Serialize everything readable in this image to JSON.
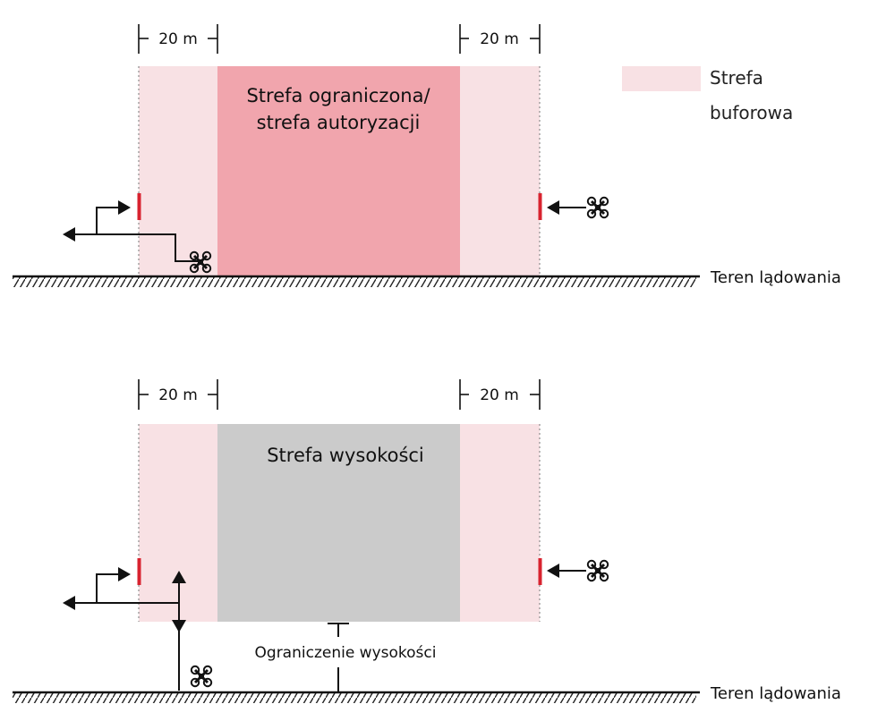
{
  "legend": {
    "swatch_color": "#f8e1e4",
    "line1": "Strefa",
    "line2": "buforowa"
  },
  "colors": {
    "buffer": "#f8e1e4",
    "restricted": "#f1a5ad",
    "altitude": "#cbcbcb",
    "marker": "#d8232f",
    "line": "#111111"
  },
  "top_diagram": {
    "buffer_left_label": "20 m",
    "buffer_right_label": "20 m",
    "zone_line1": "Strefa ograniczona/",
    "zone_line2": "strefa autoryzacji",
    "ground_label": "Teren lądowania",
    "drone_icon": "drone-icon",
    "arrow_icon": "arrow-left-icon"
  },
  "bottom_diagram": {
    "buffer_left_label": "20 m",
    "buffer_right_label": "20 m",
    "zone_label": "Strefa wysokości",
    "height_limit_label": "Ograniczenie wysokości",
    "ground_label": "Teren lądowania",
    "drone_icon": "drone-icon",
    "arrow_icon": "arrow-left-icon"
  }
}
